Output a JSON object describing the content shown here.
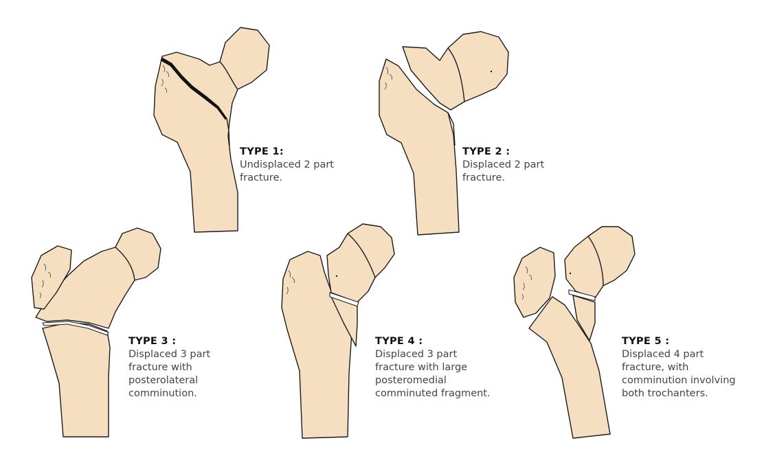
{
  "bone_color": "#f6dfc1",
  "outline_color": "#1b1b1b",
  "types": [
    {
      "title": "TYPE 1:",
      "description": "Undisplaced 2 part\nfracture."
    },
    {
      "title": "TYPE 2 :",
      "description": "Displaced 2 part\nfracture."
    },
    {
      "title": "TYPE 3 :",
      "description": "Displaced 3 part\nfracture with\nposterolateral\ncomminution."
    },
    {
      "title": "TYPE 4 :",
      "description": "Displaced 3 part\nfracture with large\nposteromedial\ncomminuted fragment."
    },
    {
      "title": "TYPE 5 :",
      "description": "Displaced 4 part\nfracture, with\ncomminution involving\nboth trochanters."
    }
  ]
}
